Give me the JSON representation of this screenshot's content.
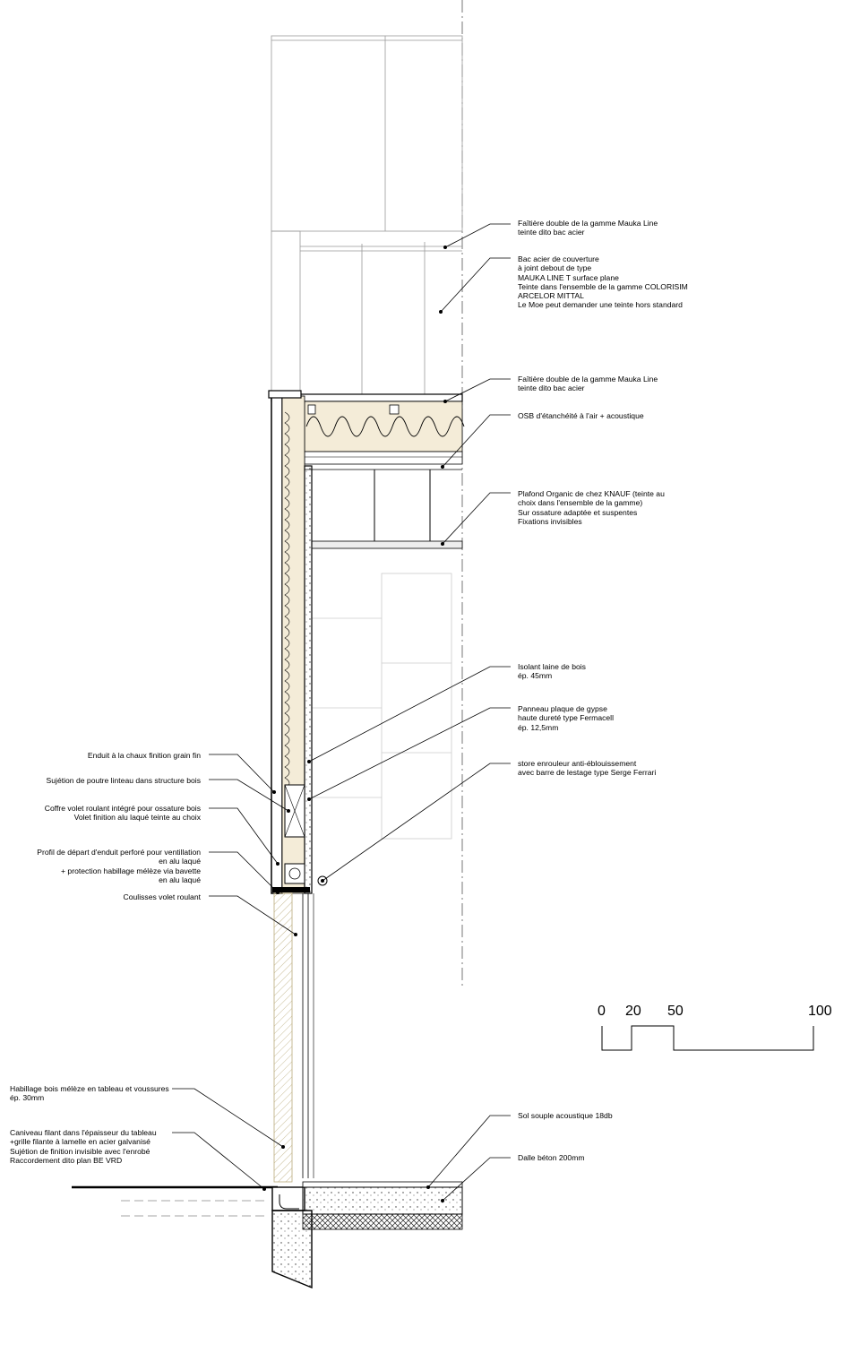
{
  "annotations_right": [
    {
      "id": "faitiere-top",
      "lines": [
        "Faîtière double de la gamme Mauka Line",
        "teinte dito bac acier"
      ]
    },
    {
      "id": "bac-acier",
      "lines": [
        "Bac acier de couverture",
        "à joint debout de type",
        "MAUKA LINE T surface plane",
        "Teinte dans l'ensemble de la gamme COLORISIM",
        "ARCELOR MITTAL",
        "Le Moe peut demander une teinte hors standard"
      ]
    },
    {
      "id": "faitiere-bottom",
      "lines": [
        "Faîtière double de la gamme Mauka Line",
        "teinte dito bac acier"
      ]
    },
    {
      "id": "osb",
      "lines": [
        "OSB d'étanchéité à l'air  + acoustique"
      ]
    },
    {
      "id": "plafond",
      "lines": [
        "Plafond Organic de chez KNAUF (teinte au",
        "choix dans l'ensemble de la gamme)",
        "Sur ossature adaptée et suspentes",
        "Fixations invisibles"
      ]
    },
    {
      "id": "isolant",
      "lines": [
        "Isolant laine de bois",
        "ép. 45mm"
      ]
    },
    {
      "id": "panneau",
      "lines": [
        "Panneau plaque de gypse",
        "haute dureté type Fermacell",
        "ép. 12,5mm"
      ]
    },
    {
      "id": "store",
      "lines": [
        "store enrouleur anti-éblouissement",
        "avec barre de lestage type Serge Ferrari"
      ]
    },
    {
      "id": "sol",
      "lines": [
        "Sol souple acoustique 18db"
      ]
    },
    {
      "id": "dalle",
      "lines": [
        "Dalle béton 200mm"
      ]
    }
  ],
  "annotations_left": [
    {
      "id": "enduit",
      "lines": [
        "Enduit à la chaux finition grain fin"
      ]
    },
    {
      "id": "sujetion",
      "lines": [
        "Sujétion de poutre linteau dans structure bois"
      ]
    },
    {
      "id": "coffre",
      "lines": [
        "Coffre volet roulant intégré pour ossature bois",
        "Volet finition alu laqué teinte au choix"
      ]
    },
    {
      "id": "profil",
      "lines": [
        "Profil de départ d'enduit perforé pour ventillation",
        "en alu laqué",
        "+ protection habillage mélèze via bavette",
        "en alu laqué"
      ]
    },
    {
      "id": "coulisses",
      "lines": [
        "Coulisses volet roulant"
      ]
    },
    {
      "id": "habillage",
      "lines": [
        "Habillage bois mélèze en tableau et voussures",
        "ép. 30mm"
      ]
    },
    {
      "id": "caniveau",
      "lines": [
        "Caniveau filant dans l'épaisseur du tableau",
        "+grille filante à lamelle en acier galvanisé",
        "Sujétion de finition invisible avec l'enrobé",
        "Raccordement dito plan BE VRD"
      ]
    }
  ],
  "scale_bar": {
    "labels": [
      "0",
      "20",
      "50",
      "100"
    ]
  }
}
